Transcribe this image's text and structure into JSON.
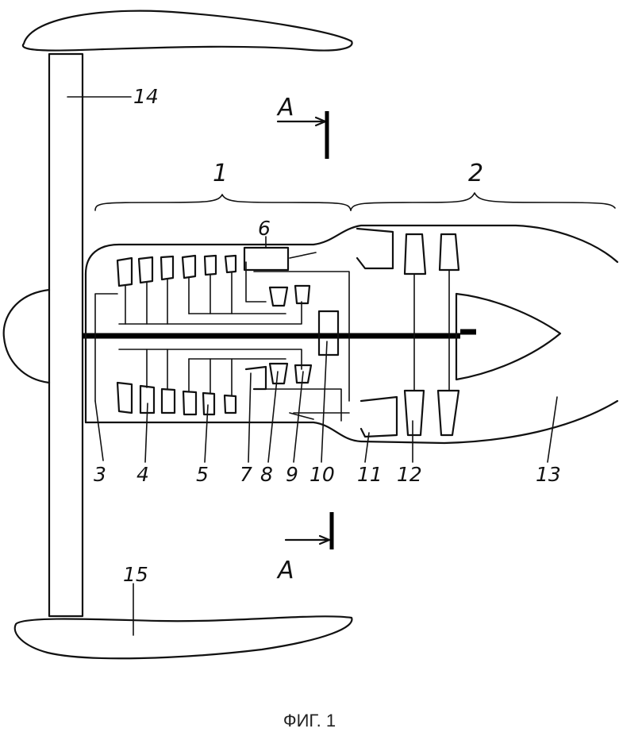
{
  "figure": {
    "caption": "ФИГ. 1",
    "section_label_top": "A",
    "section_label_bottom": "A",
    "brackets": [
      {
        "label": "1"
      },
      {
        "label": "2"
      }
    ],
    "callouts": [
      "3",
      "4",
      "5",
      "6",
      "7",
      "8",
      "9",
      "10",
      "11",
      "12",
      "13",
      "14",
      "15"
    ]
  }
}
